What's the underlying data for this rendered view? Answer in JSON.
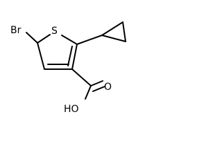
{
  "structure": {
    "atom_labels": {
      "bromine": "Br",
      "sulfur": "S",
      "carbonyl_oxygen": "O",
      "hydroxyl": "HO"
    }
  }
}
